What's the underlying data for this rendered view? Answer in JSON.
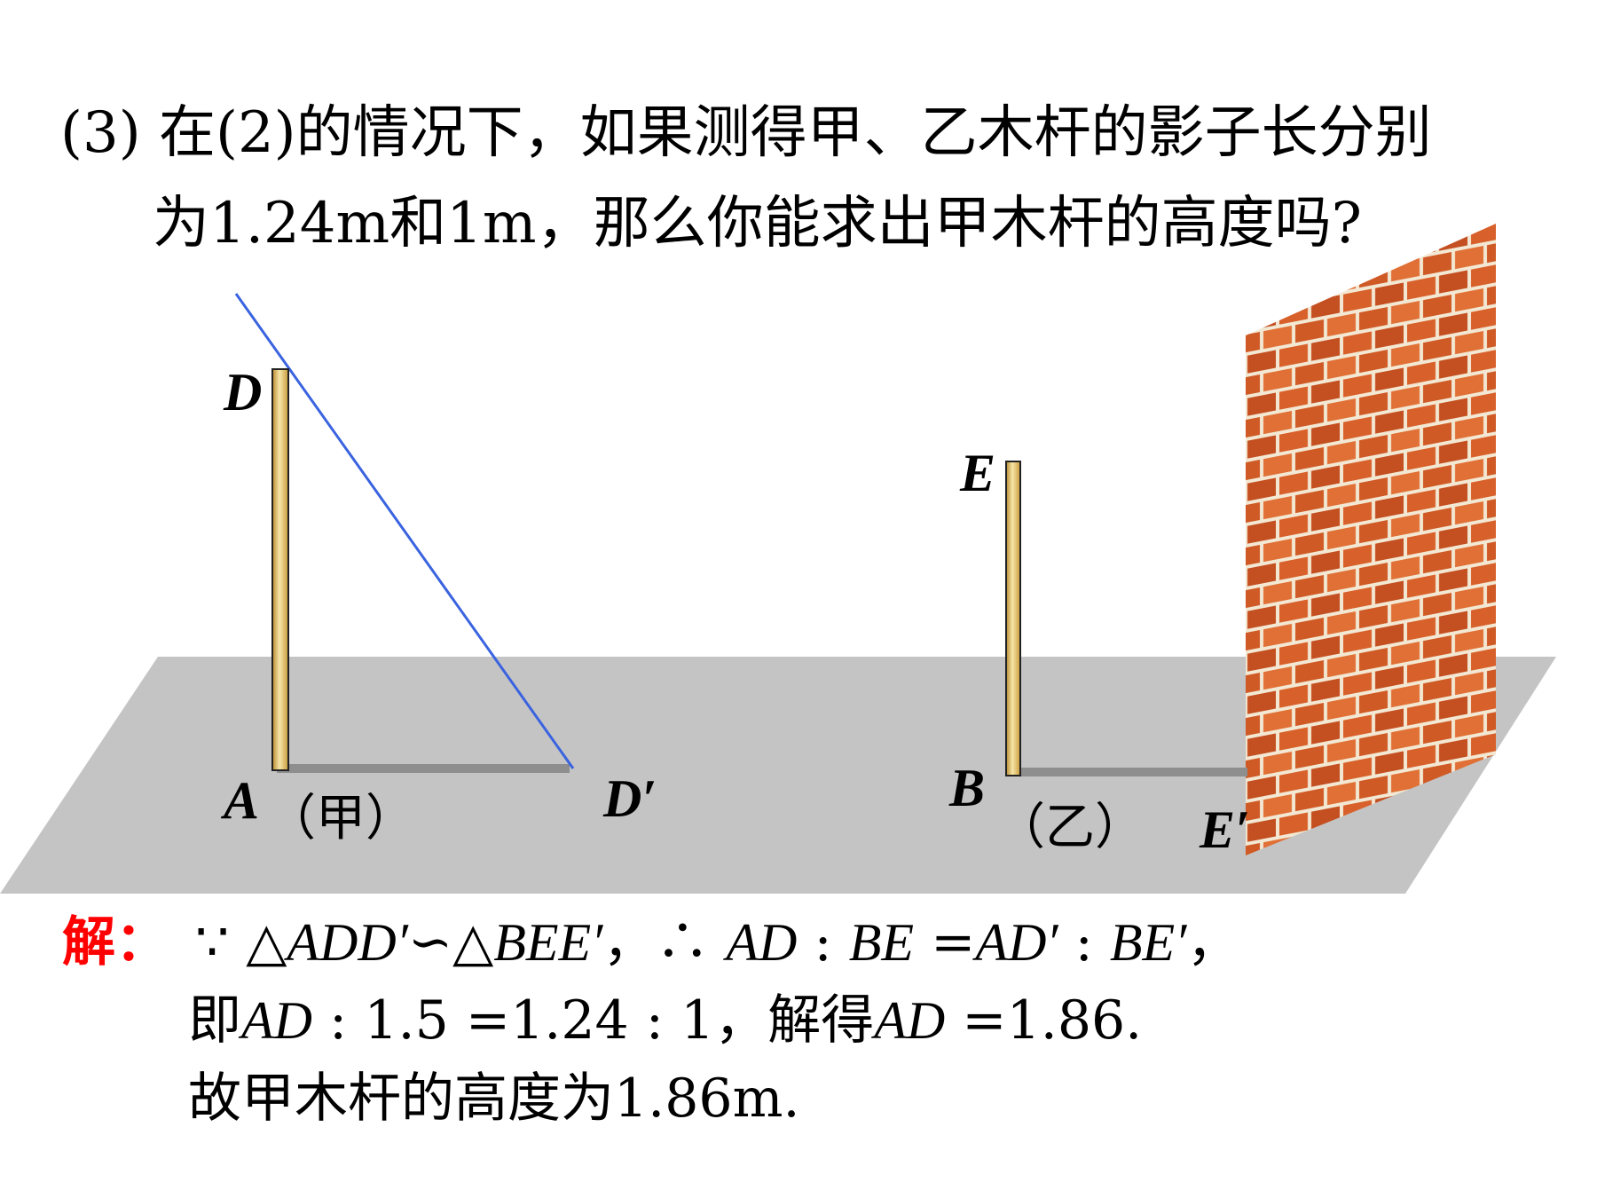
{
  "question": {
    "line1": "(3) 在(2)的情况下，如果测得甲、乙木杆的影子长分别",
    "line2": "为1.24m和1m，那么你能求出甲木杆的高度吗?"
  },
  "labels": {
    "D": "D",
    "A": "A",
    "D_prime": "D′",
    "E": "E",
    "B": "B",
    "E_prime": "E′",
    "pole1": "（甲）",
    "pole2": "（乙）"
  },
  "solution": {
    "prefix": "解：",
    "line1": {
      "because": "∵ △",
      "t1": "ADD′",
      "sim": "∽△",
      "t2": "BEE′",
      "therefore": "，∴ ",
      "r1": "AD",
      "c1": " : ",
      "r2": "BE",
      "eq": " =",
      "r3": "AD′",
      "c2": " : ",
      "r4": "BE′",
      "end": "，"
    },
    "line2": {
      "a": "即",
      "ad": "AD",
      "b": " : 1.5 =1.24 : 1，解得",
      "ad2": "AD",
      "c": " =1.86."
    },
    "line3": "故甲木杆的高度为1.86m."
  },
  "colors": {
    "ground": "#c4c4c4",
    "shadow": "#8e8e8e",
    "sun_ray": "#3a63e0",
    "pole": "#e8c872",
    "brick": "#d8602a",
    "mortar": "#f3e8d3",
    "accent": "#ff0000"
  }
}
